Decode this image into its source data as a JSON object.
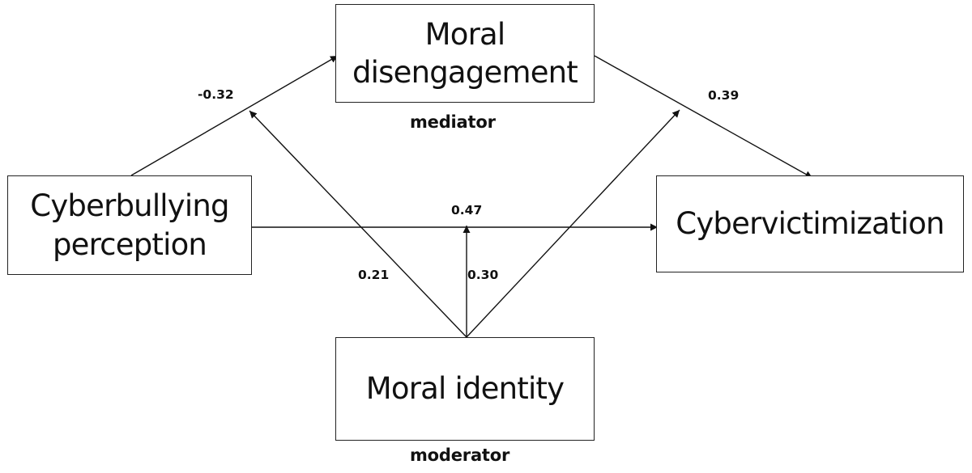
{
  "diagram": {
    "nodes": {
      "moral_disengagement": "Moral\ndisengagement",
      "cyberbullying_perception": "Cyberbullying\nperception",
      "cybervictimization": "Cybervictimization",
      "moral_identity": "Moral identity"
    },
    "roles": {
      "mediator": "mediator",
      "moderator": "moderator"
    },
    "coefficients": {
      "cyberbullying_to_disengagement": "-0.32",
      "disengagement_to_cybervictimization": "0.39",
      "cyberbullying_to_cybervictimization": "0.47",
      "moral_identity_to_path_a": "0.21",
      "moral_identity_to_path_c": "0.30"
    }
  }
}
